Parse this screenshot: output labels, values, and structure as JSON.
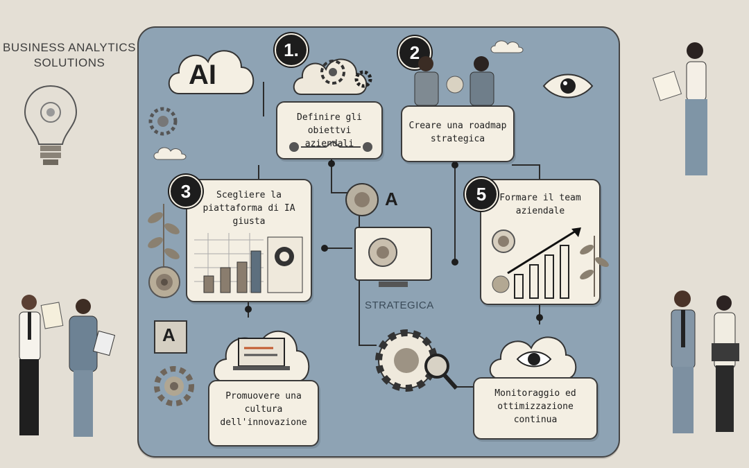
{
  "brand": {
    "line1": "BUSINESS ANALYTICS",
    "line2": "SOLUTIONS"
  },
  "ai_cloud": {
    "label": "AI"
  },
  "center": {
    "label": "STRATEGICA",
    "a_label": "A"
  },
  "side_a_label": "A",
  "steps": [
    {
      "number": "1.",
      "line1": "Definire gli obiettvi",
      "line2": "aziendali"
    },
    {
      "number": "2",
      "line1": "Creare una roadmap",
      "line2": "strategica"
    },
    {
      "number": "3",
      "line1": "Scegliere la",
      "line2": "piattaforma di IA",
      "line3": "giusta"
    },
    {
      "number": "5",
      "line1": "Formare il team",
      "line2": "aziendale"
    },
    {
      "line1": "Promuovere una",
      "line2": "cultura",
      "line3": "dell'innovazione"
    },
    {
      "line1": "Monitoraggio ed",
      "line2": "ottimizzazione",
      "line3": "continua"
    }
  ],
  "colors": {
    "board": "#8ea3b4",
    "card": "#f4efe3",
    "background": "#e4dfd5",
    "ink": "#1e1e1e"
  },
  "icons": [
    "lightbulb-icon",
    "gear-icon",
    "eye-icon",
    "cloud-icon",
    "magnifier-icon",
    "laptop-icon",
    "chart-icon",
    "leaf-icon",
    "target-icon"
  ]
}
